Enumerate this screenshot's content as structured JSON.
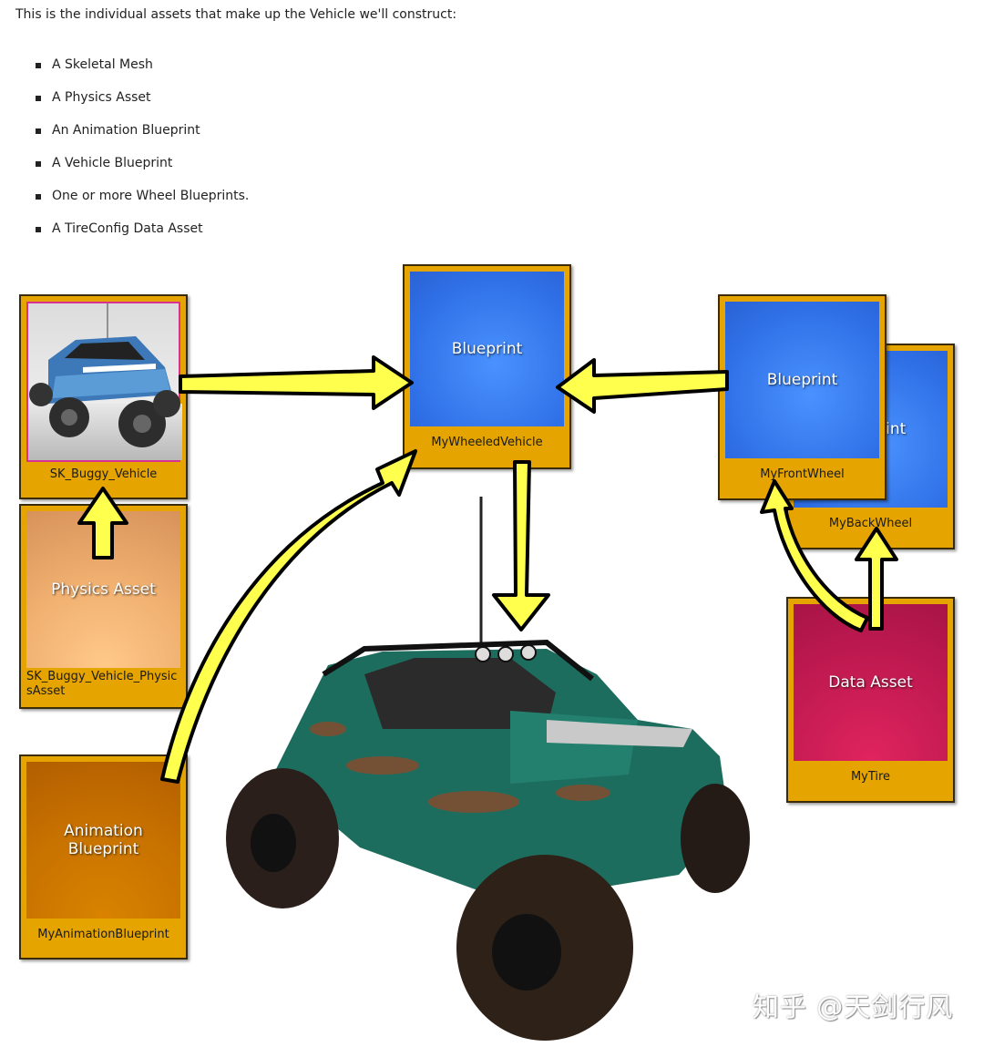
{
  "intro_text": "This is the individual assets that make up the Vehicle we'll construct:",
  "asset_list": [
    "A Skeletal Mesh",
    "A Physics Asset",
    "An Animation Blueprint",
    "A Vehicle Blueprint",
    "One or more Wheel Blueprints.",
    "A TireConfig Data Asset"
  ],
  "cards": {
    "skeletal_mesh": {
      "caption": "SK_Buggy_Vehicle"
    },
    "physics_asset": {
      "label": "Physics Asset",
      "caption": "SK_Buggy_Vehicle_PhysicsAsset"
    },
    "animation_blueprint": {
      "label": "Animation Blueprint",
      "caption": "MyAnimationBlueprint"
    },
    "wheeled_vehicle": {
      "label": "Blueprint",
      "caption": "MyWheeledVehicle"
    },
    "front_wheel": {
      "label": "Blueprint",
      "caption": "MyFrontWheel"
    },
    "back_wheel": {
      "label": "Blueprint",
      "caption": "MyBackWheel"
    },
    "tire_data": {
      "label": "Data Asset",
      "caption": "MyTire"
    }
  },
  "colors": {
    "card_frame": "#e5a400",
    "blueprint": "#3a7df5",
    "physics_asset": "#f3b476",
    "animation_blueprint": "#c97400",
    "data_asset": "#c81d56",
    "arrow": "#ffff4d"
  },
  "watermark": "知乎 @天剑行风"
}
